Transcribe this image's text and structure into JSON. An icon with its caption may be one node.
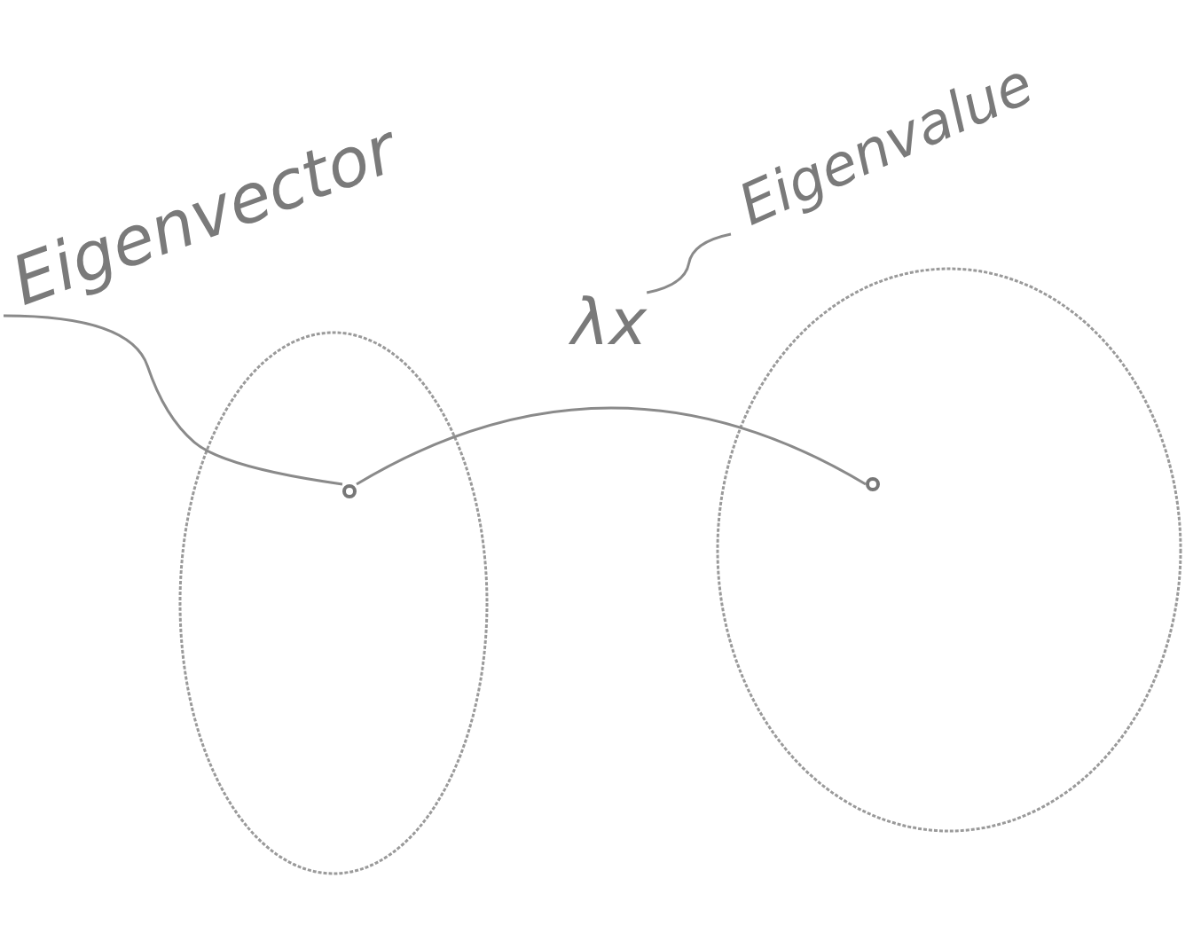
{
  "diagram": {
    "nodes": [
      {
        "text": [
          "Eigenvector"
        ]
      },
      {
        "text": [],
        "shape": "circle"
      },
      {
        "text": [],
        "shape": "circle",
        "in": 1
      },
      {
        "text": [],
        "shape": "circle"
      },
      {
        "text": [],
        "shape": "circle",
        "in": 3
      },
      {
        "text": [
          "λx"
        ]
      },
      {
        "text": [
          "Eigenvalue"
        ]
      }
    ],
    "edges": [
      {
        "from": 0,
        "to": 2,
        "arrow": "none"
      },
      {
        "from": 2,
        "to": 4,
        "arrow": "none"
      },
      {
        "from": 6,
        "to": 5,
        "arrow": "none"
      }
    ]
  }
}
